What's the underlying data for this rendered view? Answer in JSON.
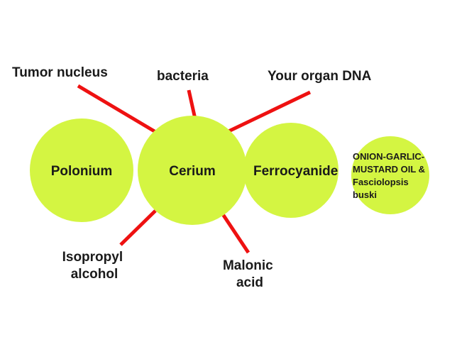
{
  "colors": {
    "circle_fill": "#d4f542",
    "connector": "#ee1111",
    "text": "#1a1a1a"
  },
  "nodes": [
    {
      "id": "polonium",
      "label": "Polonium"
    },
    {
      "id": "cerium",
      "label": "Cerium"
    },
    {
      "id": "ferrocyanide",
      "label": "Ferrocyanide"
    },
    {
      "id": "onion",
      "label_lines": [
        "ONION-GARLIC-",
        "MUSTARD OIL &",
        "Fasciolopsis",
        "buski"
      ]
    }
  ],
  "spokes": [
    {
      "id": "tumor",
      "label_lines": [
        "Tumor nucleus"
      ]
    },
    {
      "id": "bacteria",
      "label_lines": [
        "bacteria"
      ]
    },
    {
      "id": "dna",
      "label_lines": [
        "Your organ DNA"
      ]
    },
    {
      "id": "isopropyl",
      "label_lines": [
        "Isopropyl",
        "alcohol"
      ]
    },
    {
      "id": "malonic",
      "label_lines": [
        "Malonic",
        "acid"
      ]
    }
  ]
}
